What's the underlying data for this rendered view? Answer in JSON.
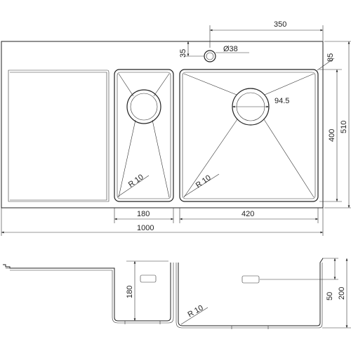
{
  "drawing": {
    "top_view": {
      "tap_hole_diameter": "Ø38",
      "tap_offset_top": "35",
      "tap_offset_right": "350",
      "corner_offset": "85",
      "small_bowl_radius": "R 10",
      "large_bowl_radius": "R 10",
      "drain_diameter": "94.5",
      "small_bowl_width": "180",
      "large_bowl_width": "420",
      "total_width": "1000",
      "bowl_depth": "400",
      "total_depth": "510"
    },
    "side_view": {
      "small_bowl_height": "180",
      "overflow_height": "50",
      "total_height": "200",
      "bottom_radius": "R 10"
    }
  }
}
